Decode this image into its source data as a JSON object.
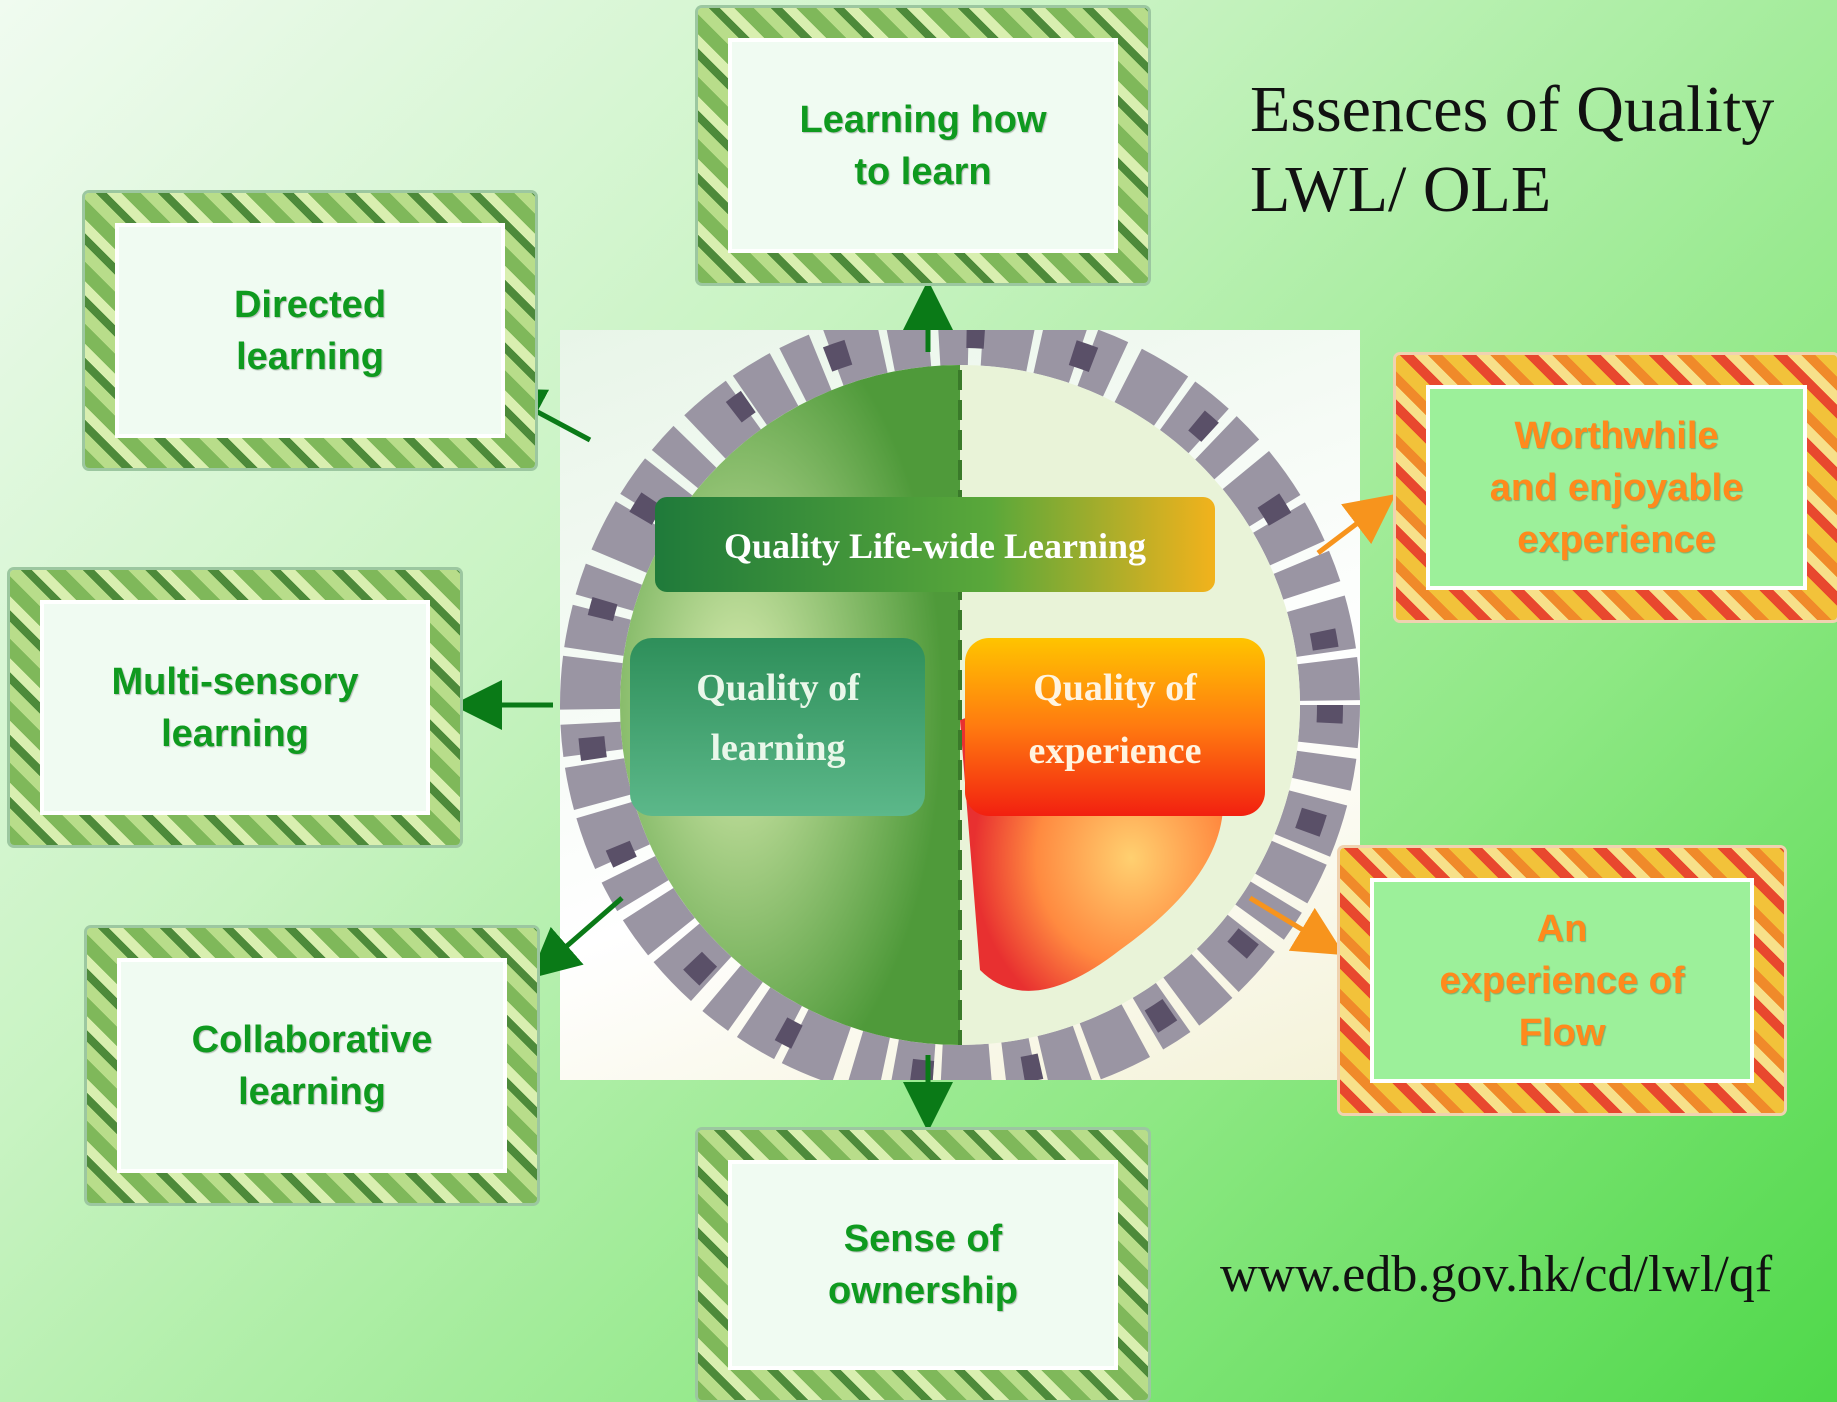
{
  "slide": {
    "title_line1": "Essences of Quality",
    "title_line2": "LWL/ OLE",
    "url": "www.edb.gov.hk/cd/lwl/qf"
  },
  "center": {
    "top_banner": "Quality Life-wide Learning",
    "left_box": [
      "Quality of",
      "learning"
    ],
    "right_box": [
      "Quality of",
      "experience"
    ]
  },
  "frames": {
    "learning_how": [
      "Learning how",
      "to learn"
    ],
    "directed": [
      "Directed",
      "learning"
    ],
    "multi_sensory": [
      "Multi-sensory",
      "learning"
    ],
    "collaborative": [
      "Collaborative",
      "learning"
    ],
    "ownership": [
      "Sense of",
      "ownership"
    ],
    "worthwhile": [
      "Worthwhile",
      "and enjoyable",
      "experience"
    ],
    "flow": [
      "An",
      "experience of",
      "Flow"
    ]
  },
  "colors": {
    "learning_text": "#0f9a1f",
    "experience_text": "#ff8a1c",
    "green_arrow": "#0a7a17",
    "orange_arrow": "#f7941d"
  }
}
